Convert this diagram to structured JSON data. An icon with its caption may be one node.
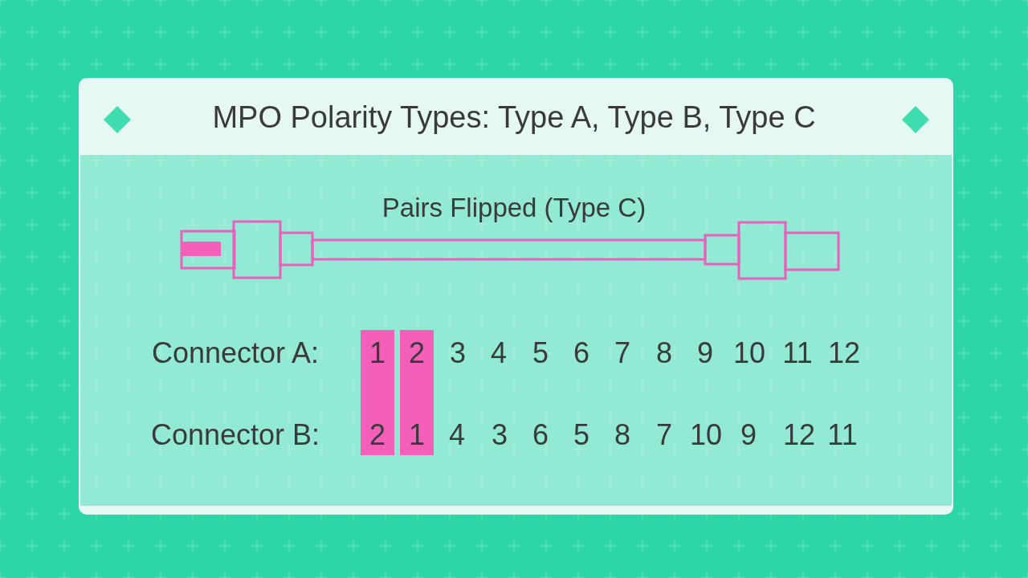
{
  "diagram": {
    "title": "MPO Polarity Types: Type A, Type B, Type C",
    "nodes": [
      {
        "text": [
          "1",
          "2"
        ]
      },
      {
        "text": [
          "2",
          "1"
        ]
      }
    ],
    "labels": [
      "Pairs Flipped (Type C)",
      "Connector A:",
      "3",
      "4",
      "5",
      "6",
      "7",
      "8",
      "9",
      "10",
      "11",
      "12",
      "Connector B:",
      "4",
      "3",
      "6",
      "5",
      "8",
      "7",
      "10",
      "9",
      "12",
      "11"
    ]
  }
}
